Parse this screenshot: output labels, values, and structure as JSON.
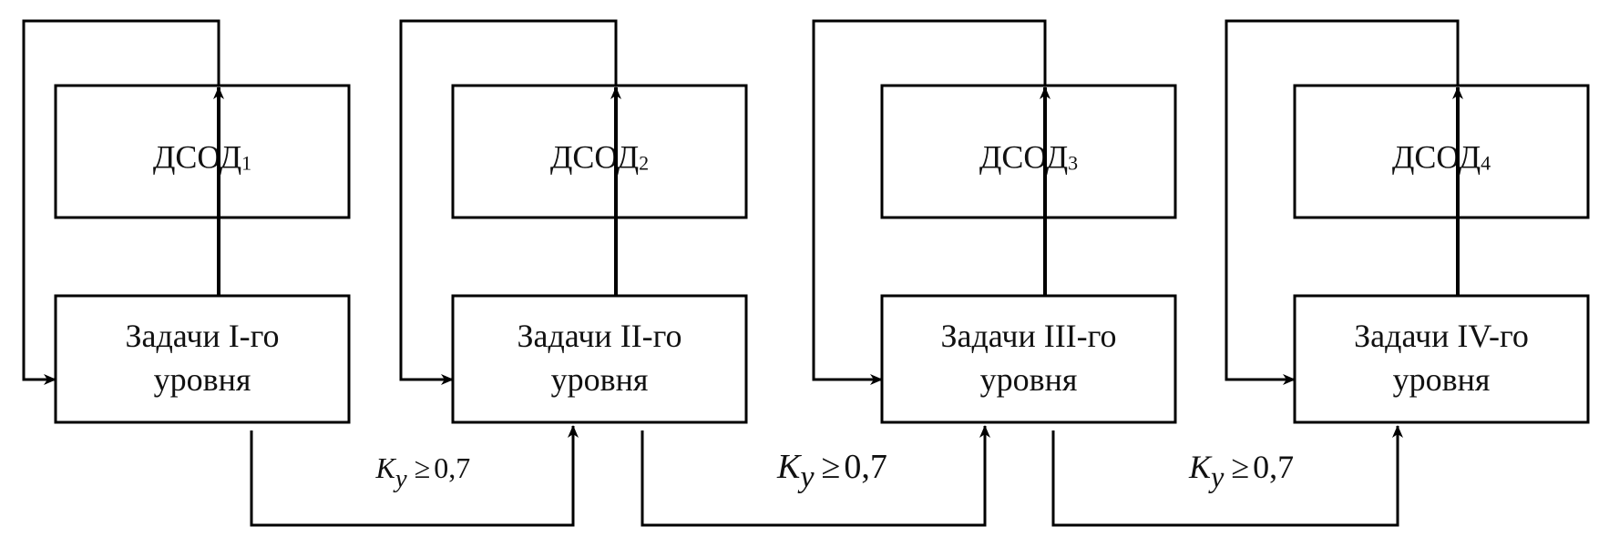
{
  "diagram": {
    "stages": [
      {
        "dsod": "ДСОД",
        "dsod_index": "1",
        "task_line1": "Задачи I-го",
        "task_line2": "уровня"
      },
      {
        "dsod": "ДСОД",
        "dsod_index": "2",
        "task_line1": "Задачи II-го",
        "task_line2": "уровня"
      },
      {
        "dsod": "ДСОД",
        "dsod_index": "3",
        "task_line1": "Задачи III-го",
        "task_line2": "уровня"
      },
      {
        "dsod": "ДСОД",
        "dsod_index": "4",
        "task_line1": "Задачи IV-го",
        "task_line2": "уровня"
      }
    ],
    "transitions": [
      {
        "var": "K",
        "var_sub": "y",
        "op": "≥",
        "value": "0,7"
      },
      {
        "var": "K",
        "var_sub": "y",
        "op": "≥",
        "value": "0,7"
      },
      {
        "var": "K",
        "var_sub": "y",
        "op": "≥",
        "value": "0,7"
      }
    ]
  }
}
